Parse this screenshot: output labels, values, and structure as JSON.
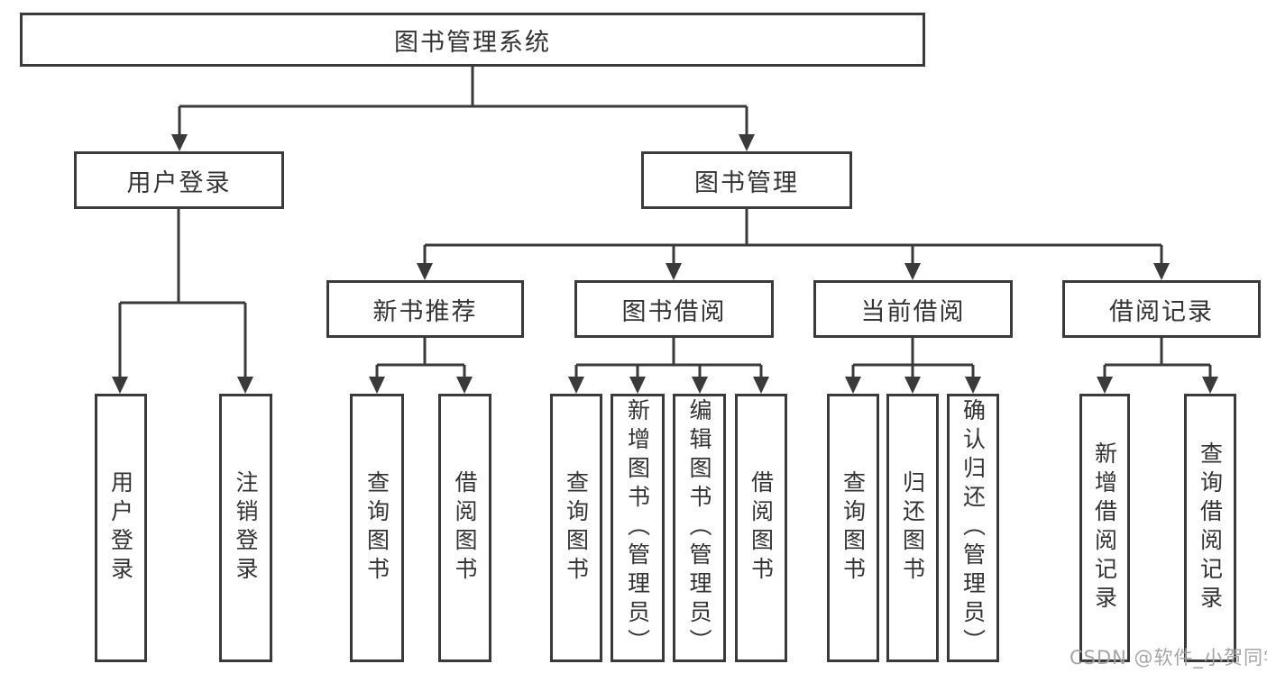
{
  "title": "图书管理系统",
  "watermark": "CSDN @软件_小贺同学",
  "colors": {
    "line": "#3a3a3a",
    "text": "#333333",
    "watermark": "#a0a0a0",
    "background": "#ffffff"
  },
  "tree": {
    "root": {
      "label": "图书管理系统",
      "children": [
        {
          "label": "用户登录",
          "children": [
            {
              "label": "用户登录"
            },
            {
              "label": "注销登录"
            }
          ]
        },
        {
          "label": "图书管理",
          "children": [
            {
              "label": "新书推荐",
              "children": [
                {
                  "label": "查询图书"
                },
                {
                  "label": "借阅图书"
                }
              ]
            },
            {
              "label": "图书借阅",
              "children": [
                {
                  "label": "查询图书"
                },
                {
                  "label": "新增图书（管理员）"
                },
                {
                  "label": "编辑图书（管理员）"
                },
                {
                  "label": "借阅图书"
                }
              ]
            },
            {
              "label": "当前借阅",
              "children": [
                {
                  "label": "查询图书"
                },
                {
                  "label": "归还图书"
                },
                {
                  "label": "确认归还（管理员）"
                }
              ]
            },
            {
              "label": "借阅记录",
              "children": [
                {
                  "label": "新增借阅记录"
                },
                {
                  "label": "查询借阅记录"
                }
              ]
            }
          ]
        }
      ]
    }
  }
}
